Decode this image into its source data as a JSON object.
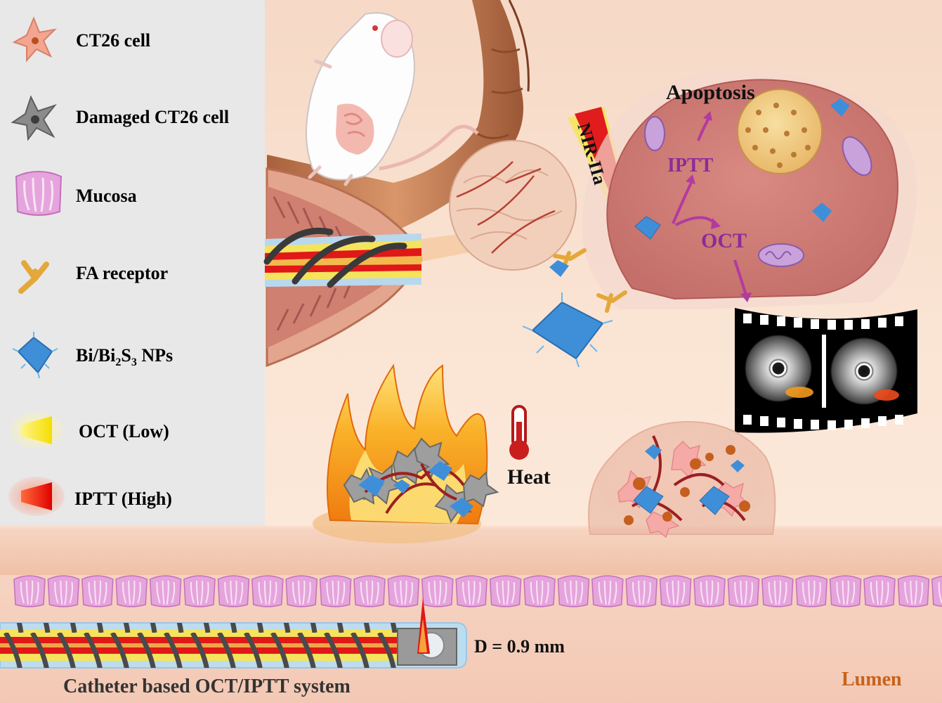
{
  "legend": {
    "ct26": "CT26 cell",
    "damaged": "Damaged CT26 cell",
    "mucosa": "Mucosa",
    "fa": "FA receptor",
    "np_a": "Bi/Bi",
    "np_sub1": "2",
    "np_b": "S",
    "np_sub2": "3",
    "np_c": " NPs",
    "oct_low": "OCT (Low)",
    "iptt_high": "IPTT (High)"
  },
  "labels": {
    "apoptosis": "Apoptosis",
    "iptt": "IPTT",
    "oct": "OCT",
    "nir": "NIR-IIa",
    "heat": "Heat",
    "diameter": "D = 0.9 mm",
    "catheter": "Catheter based OCT/IPTT system",
    "lumen": "Lumen"
  },
  "colors": {
    "purple": "#8a2c9a",
    "np_blue": "#3f8fd8",
    "lumen_orange": "#c8621a",
    "flame": "#f39a1c"
  }
}
